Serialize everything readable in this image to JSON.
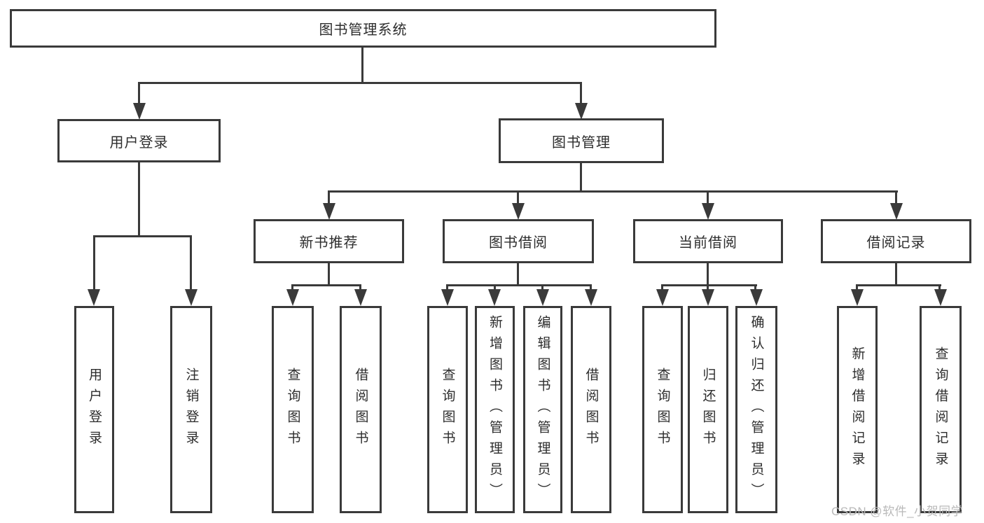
{
  "colors": {
    "line": "#3a3a3a",
    "text": "#2d2d2d",
    "background": "#ffffff",
    "watermark": "#b9b9b9"
  },
  "diagram": {
    "root": {
      "label": "图书管理系统"
    },
    "branches": [
      {
        "label": "用户登录",
        "children": [
          "用户登录",
          "注销登录"
        ]
      },
      {
        "label": "图书管理",
        "groups": [
          {
            "label": "新书推荐",
            "children": [
              "查询图书",
              "借阅图书"
            ]
          },
          {
            "label": "图书借阅",
            "children": [
              "查询图书",
              "新增图书（管理员）",
              "编辑图书（管理员）",
              "借阅图书"
            ]
          },
          {
            "label": "当前借阅",
            "children": [
              "查询图书",
              "归还图书",
              "确认归还（管理员）"
            ]
          },
          {
            "label": "借阅记录",
            "children": [
              "新增借阅记录",
              "查询借阅记录"
            ]
          }
        ]
      }
    ]
  },
  "watermark": {
    "text": "CSDN @软件_小贺同学"
  }
}
